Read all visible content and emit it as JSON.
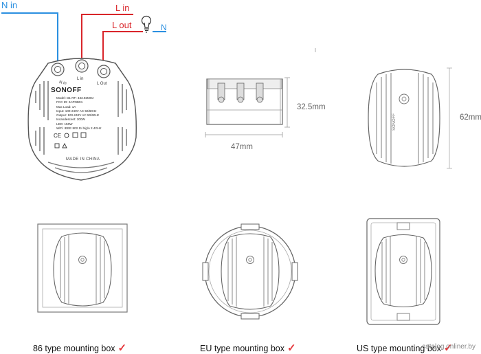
{
  "wiring": {
    "n_in": "N in",
    "l_in": "L in",
    "l_out": "L out",
    "n": "N"
  },
  "device": {
    "brand": "SONOFF",
    "terminal_n": "N in",
    "terminal_l": "L in",
    "terminal_lout": "L Out",
    "specs": [
      "Model: D1      RF: 433.92MHz",
      "FCC ID: 2APN5D1",
      "Max Load: 1A",
      "Input: 100-240V AC 50/60Hz",
      "Output: 100-240V AC 50/60Hz",
      "Incandescent: 200W",
      "LED: 150W",
      "WiFi: IEEE 802.11 b/g/n 2.4GHz"
    ],
    "made_in": "MADE IN CHINA"
  },
  "dimensions": {
    "height": "32.5mm",
    "width": "47mm",
    "depth": "62mm"
  },
  "mounting": {
    "box86": "86 type mounting box",
    "eu": "EU type mounting box",
    "us": "US type mounting box",
    "check": "✓"
  },
  "watermark": "catalog.onliner.by",
  "colors": {
    "neutral_wire": "#2a8fe0",
    "live_wire": "#d9252a",
    "check": "#e5383b"
  }
}
